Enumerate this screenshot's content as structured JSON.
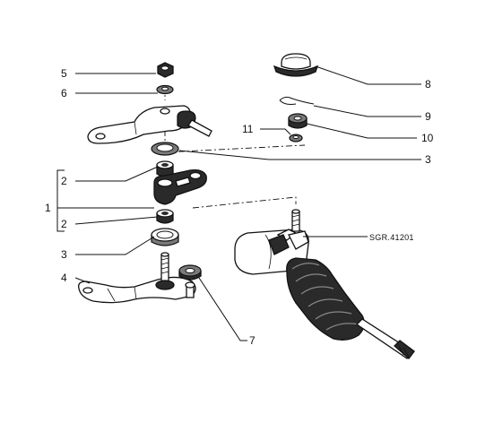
{
  "diagram": {
    "reference_code": "SGR.41201",
    "callouts": {
      "c1": "1",
      "c2a": "2",
      "c2b": "2",
      "c3a": "3",
      "c3b": "3",
      "c4": "4",
      "c5": "5",
      "c6": "6",
      "c7": "7",
      "c8": "8",
      "c9": "9",
      "c10": "10",
      "c11": "11"
    }
  }
}
